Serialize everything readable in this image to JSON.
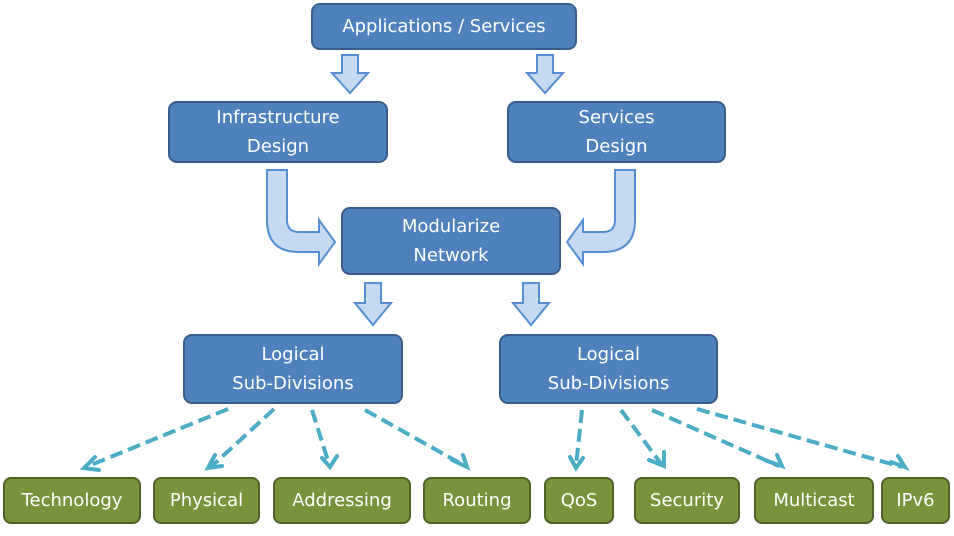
{
  "diagram": {
    "top": {
      "label": "Applications / Services"
    },
    "design": [
      {
        "line1": "Infrastructure",
        "line2": "Design"
      },
      {
        "line1": "Services",
        "line2": "Design"
      }
    ],
    "middle": {
      "line1": "Modularize",
      "line2": "Network"
    },
    "logical": [
      {
        "line1": "Logical",
        "line2": "Sub-Divisions"
      },
      {
        "line1": "Logical",
        "line2": "Sub-Divisions"
      }
    ],
    "leaves": [
      {
        "label": "Technology"
      },
      {
        "label": "Physical"
      },
      {
        "label": "Addressing"
      },
      {
        "label": "Routing"
      },
      {
        "label": "QoS"
      },
      {
        "label": "Security"
      },
      {
        "label": "Multicast"
      },
      {
        "label": "IPv6"
      }
    ]
  },
  "colors": {
    "box_blue": "#4f81bd",
    "box_blue_border": "#385d8a",
    "box_green": "#77933c",
    "box_green_border": "#4f6228",
    "block_arrow_fill": "#c6d9f1",
    "block_arrow_stroke": "#558ed5",
    "dashed_arrow": "#4bacc6"
  }
}
